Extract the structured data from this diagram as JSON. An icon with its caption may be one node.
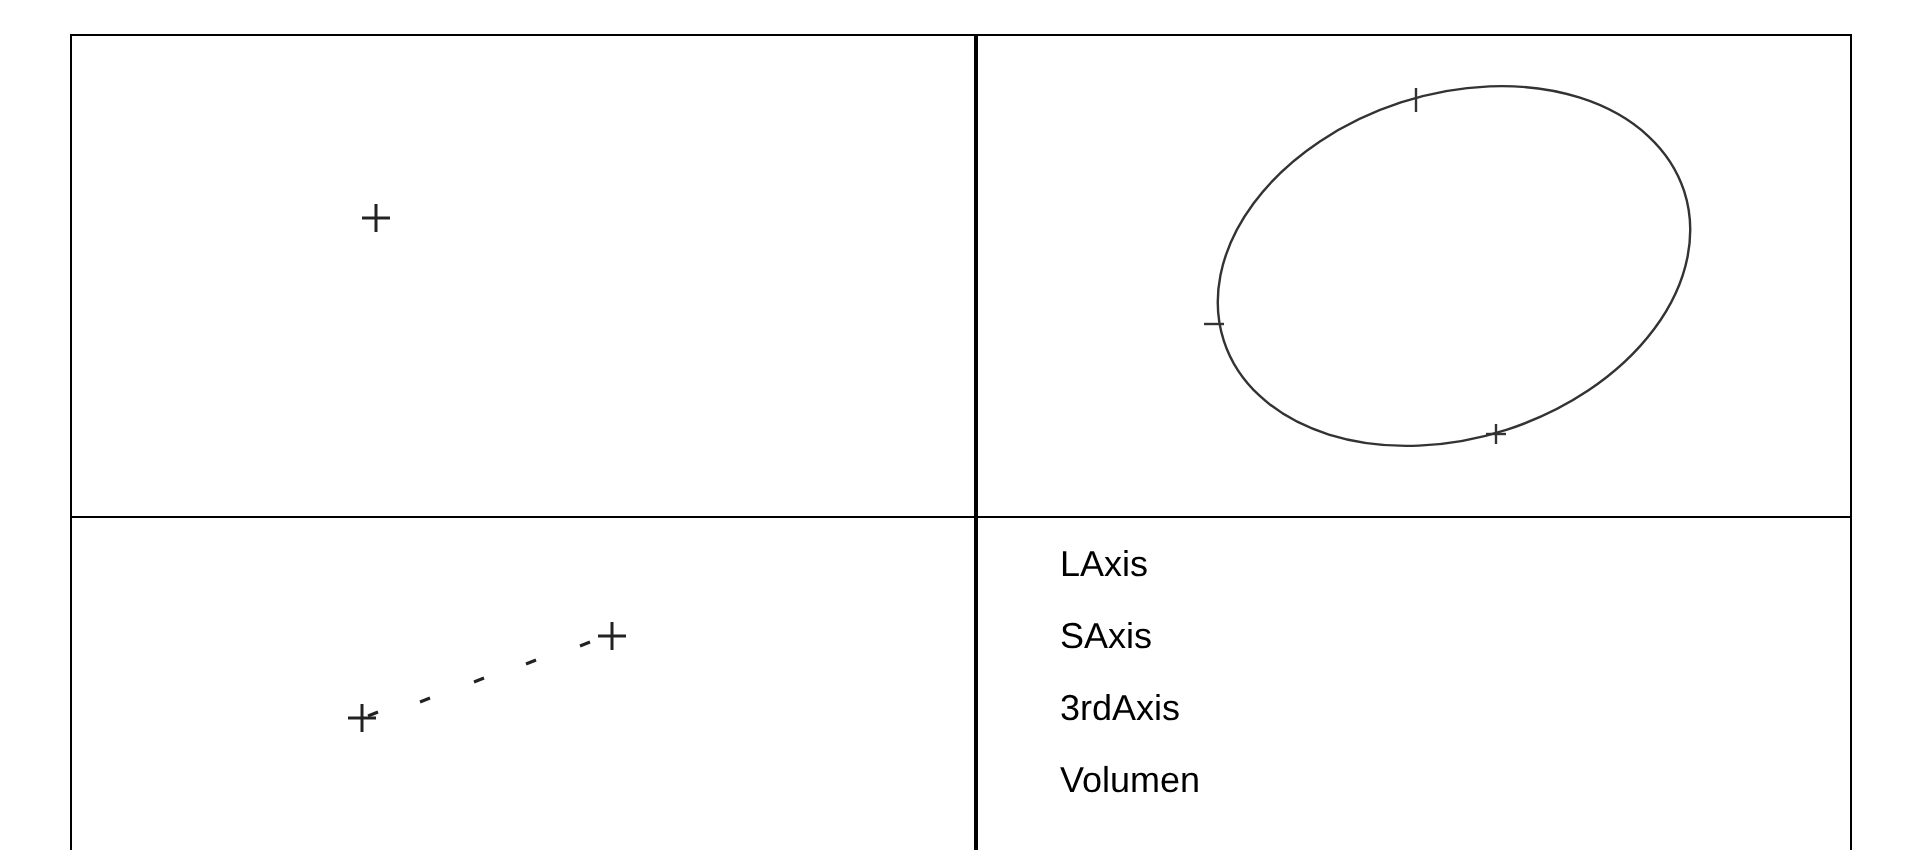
{
  "diagram": {
    "labels": [
      "LAxis",
      "SAxis",
      "3rdAxis",
      "Volumen"
    ]
  }
}
